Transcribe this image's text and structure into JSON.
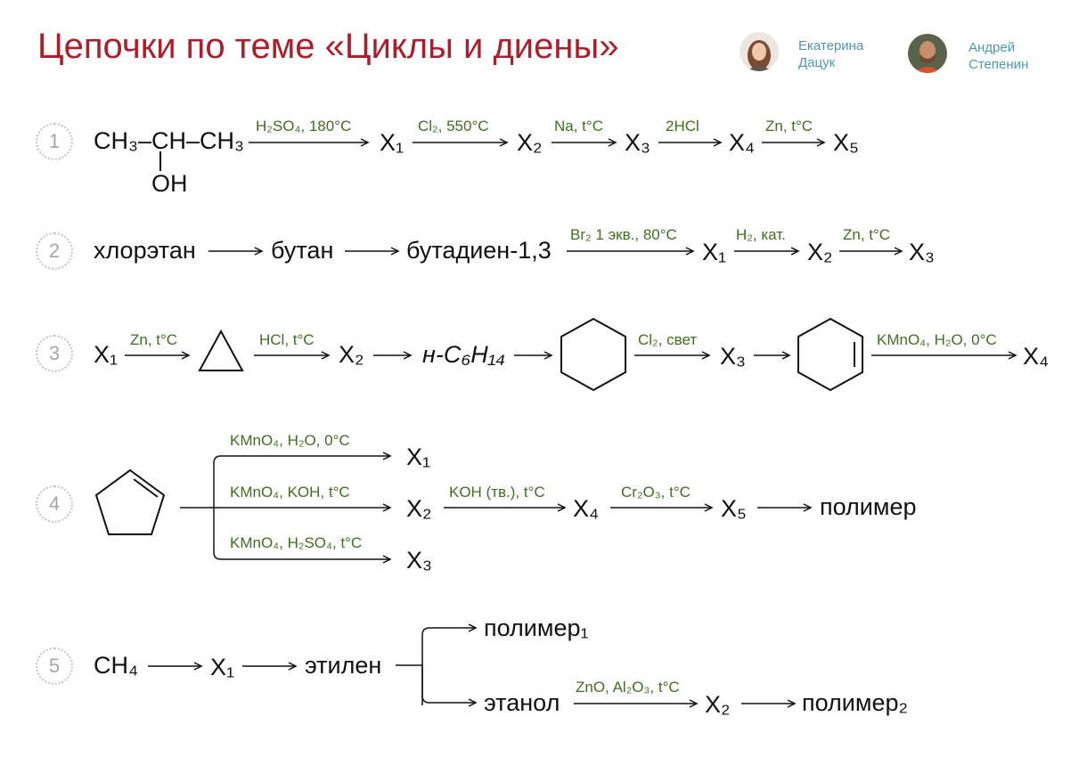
{
  "title": "Цепочки по теме «Циклы и диены»",
  "authors": [
    {
      "first": "Екатерина",
      "last": "Дацук"
    },
    {
      "first": "Андрей",
      "last": "Степенин"
    }
  ],
  "colors": {
    "title": "#b01d2a",
    "condition": "#3f6e1f",
    "author": "#4c9aa9",
    "number": "#a5a5a5"
  },
  "chains": [
    {
      "number": "1",
      "start": {
        "main": "CH₃–CH–CH₃",
        "substituent": "OH"
      },
      "arrows": [
        "H₂SO₄, 180°C",
        "Cl₂, 550°C",
        "Na, t°C",
        "2HCl",
        "Zn, t°C"
      ],
      "products": [
        "X₁",
        "X₂",
        "X₃",
        "X₄",
        "X₅"
      ]
    },
    {
      "number": "2",
      "items": [
        "хлорэтан",
        "бутан",
        "бутадиен-1,3",
        "X₁",
        "X₂",
        "X₃"
      ],
      "arrows": [
        "",
        "",
        "Br₂ 1 экв., 80°C",
        "H₂, кат.",
        "Zn, t°C"
      ]
    },
    {
      "number": "3",
      "items": [
        "X₁",
        "cyclopropane",
        "X₂",
        "н-C₆H₁₄",
        "cyclohexane",
        "X₃",
        "cyclohexene",
        "X₄"
      ],
      "arrows": [
        "Zn, t°C",
        "HCl, t°C",
        "",
        "",
        "Cl₂, свет",
        "",
        "KMnO₄, H₂O, 0°C"
      ]
    },
    {
      "number": "4",
      "start": "cyclopentene",
      "branches": [
        {
          "condition": "KMnO₄, H₂O, 0°C",
          "product": "X₁"
        },
        {
          "condition": "KMnO₄, KOH, t°C",
          "product": "X₂"
        },
        {
          "condition": "KMnO₄, H₂SO₄, t°C",
          "product": "X₃"
        }
      ],
      "continuation": {
        "arrows": [
          "KOH (тв.), t°C",
          "Cr₂O₃, t°C",
          ""
        ],
        "items": [
          "X₄",
          "X₅",
          "полимер"
        ]
      }
    },
    {
      "number": "5",
      "items": [
        "CH₄",
        "X₁",
        "этилен"
      ],
      "branch_top": "полимер₁",
      "branch_bottom": {
        "items": [
          "этанол",
          "X₂",
          "полимер₂"
        ],
        "arrows": [
          "ZnO, Al₂O₃, t°C",
          ""
        ]
      }
    }
  ]
}
